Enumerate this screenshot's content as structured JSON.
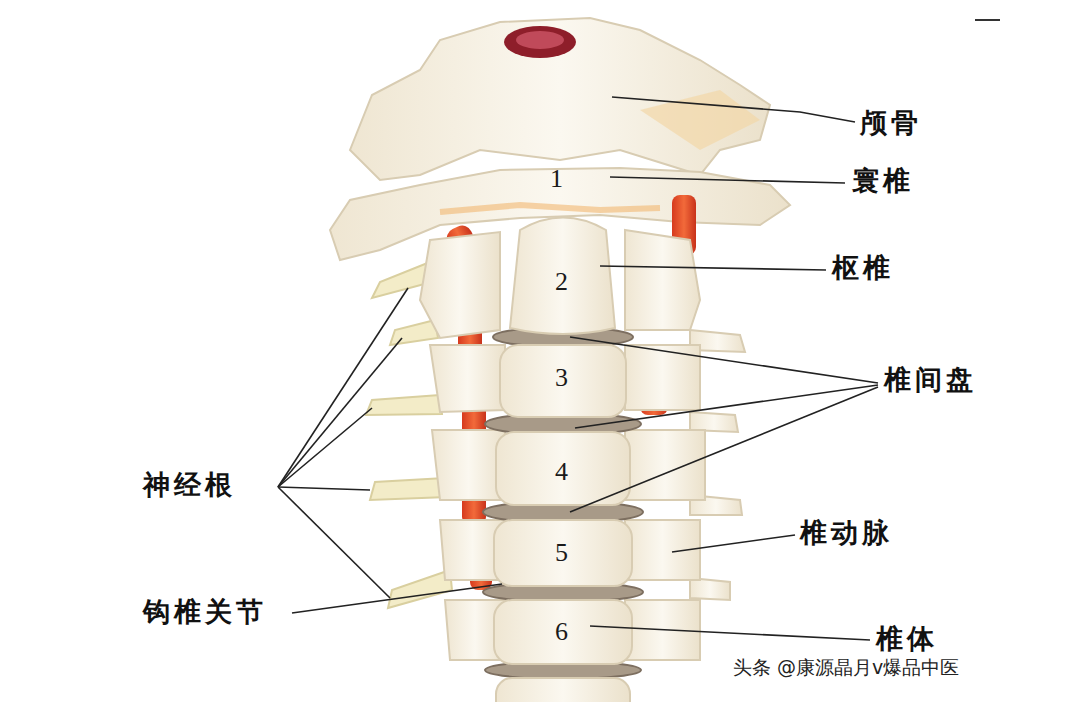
{
  "diagram": {
    "labels": [
      "颅骨",
      "寰椎",
      "枢椎",
      "椎间盘",
      "神经根",
      "钩椎关节",
      "椎动脉",
      "椎体",
      "1",
      "2",
      "3",
      "4",
      "5",
      "6",
      "头条 @康源晶月v爆品中医"
    ]
  }
}
